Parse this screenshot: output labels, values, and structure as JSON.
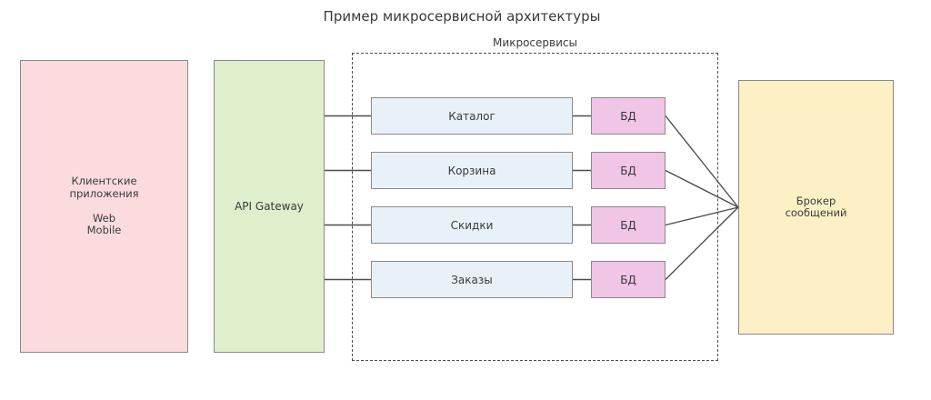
{
  "title": "Пример микросервисной архитектуры",
  "colors": {
    "canvas_bg": "#ffffff",
    "client_fill": "#fcdbdf",
    "gateway_fill": "#dfeecb",
    "service_fill": "#e8f1f8",
    "db_fill": "#f0c5e6",
    "broker_fill": "#fdf0c4",
    "box_border": "#8a8a8a",
    "group_border": "#4d4d4d",
    "connector": "#4d4d4d",
    "text": "#3a3a3a"
  },
  "client_box": {
    "text": "Клиентские\nприложения\n\nWeb\nMobile"
  },
  "gateway_box": {
    "label": "API Gateway"
  },
  "microservices_group": {
    "label": "Микросервисы"
  },
  "services": [
    {
      "name": "Каталог",
      "db_label": "БД"
    },
    {
      "name": "Корзина",
      "db_label": "БД"
    },
    {
      "name": "Скидки",
      "db_label": "БД"
    },
    {
      "name": "Заказы",
      "db_label": "БД"
    }
  ],
  "broker_box": {
    "text": "Брокер\nсообщений"
  }
}
